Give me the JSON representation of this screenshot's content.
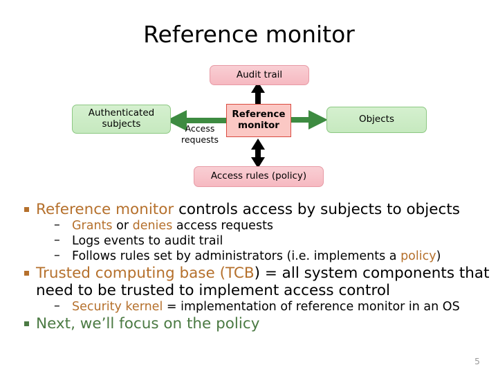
{
  "slide": {
    "title": "Reference monitor",
    "page_number": "5"
  },
  "diagram": {
    "nodes": {
      "audit_trail": "Audit trail",
      "authenticated_subjects": "Authenticated\nsubjects",
      "authenticated_subjects_line1": "Authenticated",
      "authenticated_subjects_line2": "subjects",
      "reference_monitor_line1": "Reference",
      "reference_monitor_line2": "monitor",
      "objects": "Objects",
      "access_rules": "Access rules (policy)"
    },
    "labels": {
      "access_requests_line1": "Access",
      "access_requests_line2": "requests"
    },
    "arrows": [
      {
        "name": "audit-trail-up-arrow",
        "from": "reference monitor",
        "to": "audit trail",
        "direction": "up",
        "color": "#000000"
      },
      {
        "name": "access-requests-arrow",
        "from": "reference monitor",
        "to": "authenticated subjects",
        "direction": "left",
        "color": "#3d8b41"
      },
      {
        "name": "objects-arrow",
        "from": "reference monitor",
        "to": "objects",
        "direction": "right",
        "color": "#3d8b41"
      },
      {
        "name": "access-rules-double-arrow",
        "from": "reference monitor",
        "to": "access rules",
        "direction": "both",
        "color": "#000000"
      }
    ],
    "colors": {
      "pink_fill": "#f7c3cb",
      "pink_border": "#e79aa5",
      "green_fill": "#cbecc4",
      "green_border": "#8cc882",
      "monitor_fill": "#fbc8c4",
      "monitor_border": "#d94a3f",
      "arrow_green": "#3d8b41",
      "arrow_black": "#000000"
    }
  },
  "bullets": [
    {
      "level": 1,
      "name": "bullet-reference-monitor",
      "parts": [
        {
          "text": "Reference monitor",
          "highlight": true
        },
        {
          "text": " controls access by subjects to objects",
          "highlight": false
        }
      ]
    },
    {
      "level": 2,
      "name": "bullet-grants-denies",
      "dash": "–",
      "parts": [
        {
          "text": "Grants",
          "highlight": true
        },
        {
          "text": " or ",
          "highlight": false
        },
        {
          "text": "denies",
          "highlight": true
        },
        {
          "text": " access requests",
          "highlight": false
        }
      ]
    },
    {
      "level": 2,
      "name": "bullet-logs-events",
      "dash": "–",
      "parts": [
        {
          "text": "Logs events to audit trail",
          "highlight": false
        }
      ]
    },
    {
      "level": 2,
      "name": "bullet-follows-rules",
      "dash": "–",
      "parts": [
        {
          "text": "Follows rules set by administrators (i.e. implements a ",
          "highlight": false
        },
        {
          "text": "policy",
          "highlight": true
        },
        {
          "text": ")",
          "highlight": false
        }
      ]
    },
    {
      "level": 1,
      "name": "bullet-tcb",
      "parts": [
        {
          "text": "Trusted computing base (TCB",
          "highlight": true
        },
        {
          "text": ") = all system components that need to be trusted to implement access control",
          "highlight": false
        }
      ]
    },
    {
      "level": 2,
      "name": "bullet-security-kernel",
      "dash": "–",
      "parts": [
        {
          "text": "Security kernel",
          "highlight": true
        },
        {
          "text": " = implementation of reference monitor in an OS",
          "highlight": false
        }
      ]
    },
    {
      "level": 1,
      "name": "bullet-next-policy",
      "green": true,
      "parts": [
        {
          "text": "Next, we’ll focus on the policy",
          "highlight": false
        }
      ]
    }
  ],
  "colors": {
    "highlight_brown": "#b5702c",
    "green_text": "#4b7a43",
    "body_black": "#000000",
    "page_number_gray": "#9b9b9b"
  }
}
